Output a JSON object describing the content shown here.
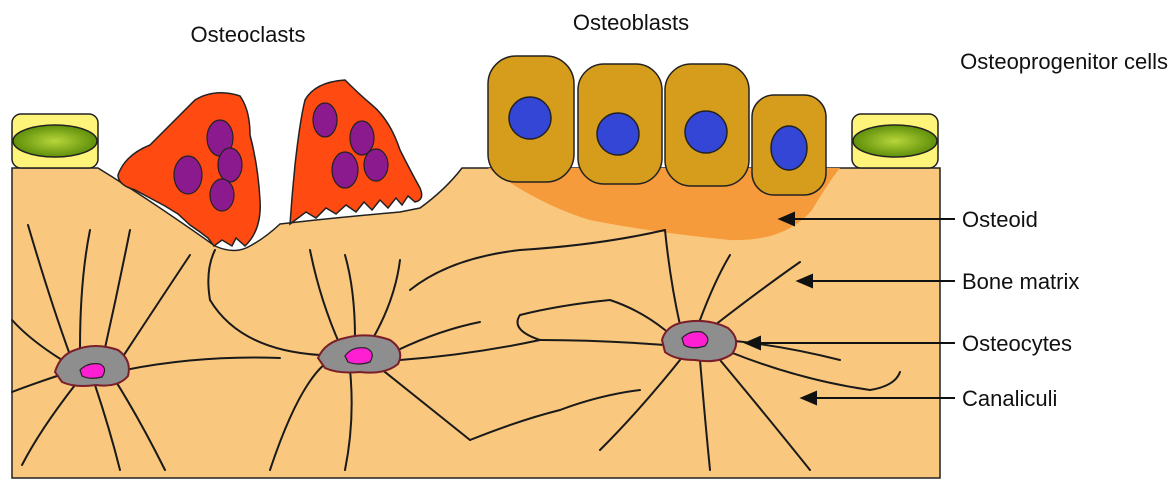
{
  "labels": {
    "osteoclasts": "Osteoclasts",
    "osteoblasts": "Osteoblasts",
    "osteoprogenitor": "Osteoprogenitor cells",
    "osteoid": "Osteoid",
    "bone_matrix": "Bone matrix",
    "osteocytes": "Osteocytes",
    "canaliculi": "Canaliculi"
  },
  "colors": {
    "bone_matrix": "#F9C77D",
    "osteoid": "#F69B3B",
    "osteoclast": "#FF4A12",
    "osteoclast_nucleus": "#8B1A8F",
    "osteoblast": "#D69D1C",
    "osteoblast_nucleus": "#3346D6",
    "osteocyte": "#8E8E8E",
    "osteocyte_nucleus": "#FF1FD2",
    "progenitor_body": "#FFF47A",
    "progenitor_nucleus": "#6FA80C",
    "canaliculi": "#1A1A1A"
  }
}
